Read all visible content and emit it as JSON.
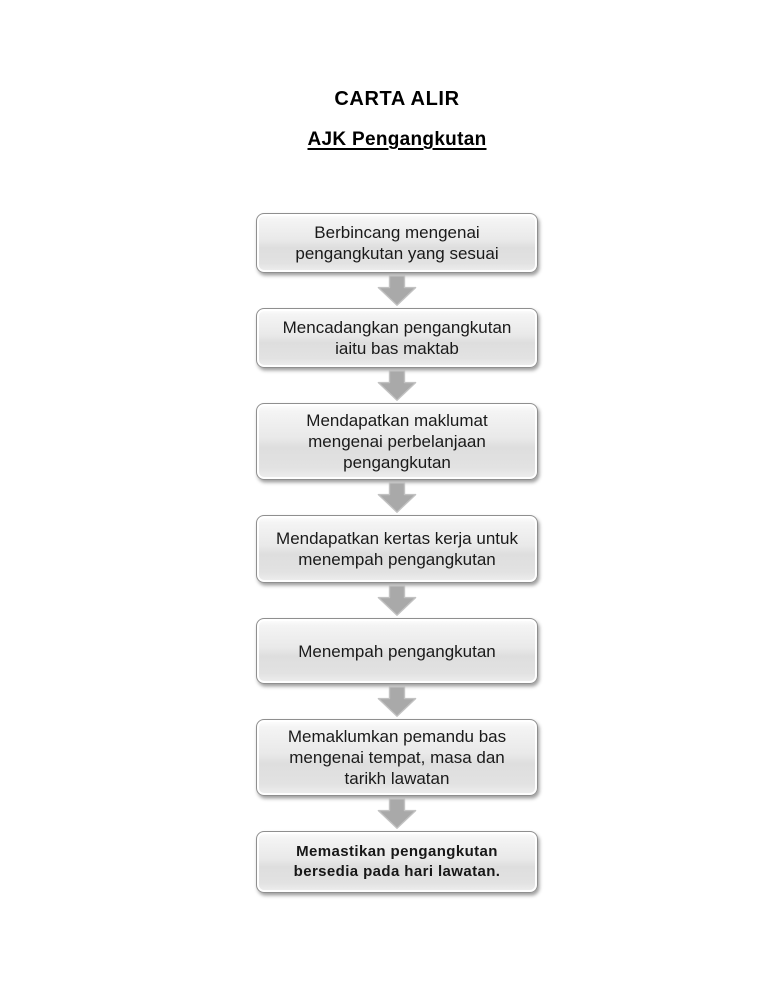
{
  "page": {
    "title": "CARTA ALIR",
    "subtitle": "AJK Pengangkutan"
  },
  "flowchart": {
    "steps": [
      {
        "label": "Berbincang mengenai pengangkutan yang sesuai"
      },
      {
        "label": "Mencadangkan pengangkutan iaitu bas maktab"
      },
      {
        "label": "Mendapatkan maklumat mengenai perbelanjaan pengangkutan"
      },
      {
        "label": "Mendapatkan kertas kerja untuk menempah pengangkutan"
      },
      {
        "label": "Menempah pengangkutan"
      },
      {
        "label": "Memaklumkan pemandu bas mengenai tempat, masa dan tarikh lawatan"
      },
      {
        "label": "Memastikan pengangkutan bersedia pada hari lawatan."
      }
    ],
    "connector": "down-block-arrow"
  },
  "colors": {
    "box_border": "#8f8f8f",
    "box_fill_top": "#fafafa",
    "box_fill_bottom": "#dedede",
    "arrow_fill": "#a9a9a9",
    "arrow_stroke": "#c2c2c2",
    "text": "#1a1a1a",
    "background": "#ffffff"
  }
}
